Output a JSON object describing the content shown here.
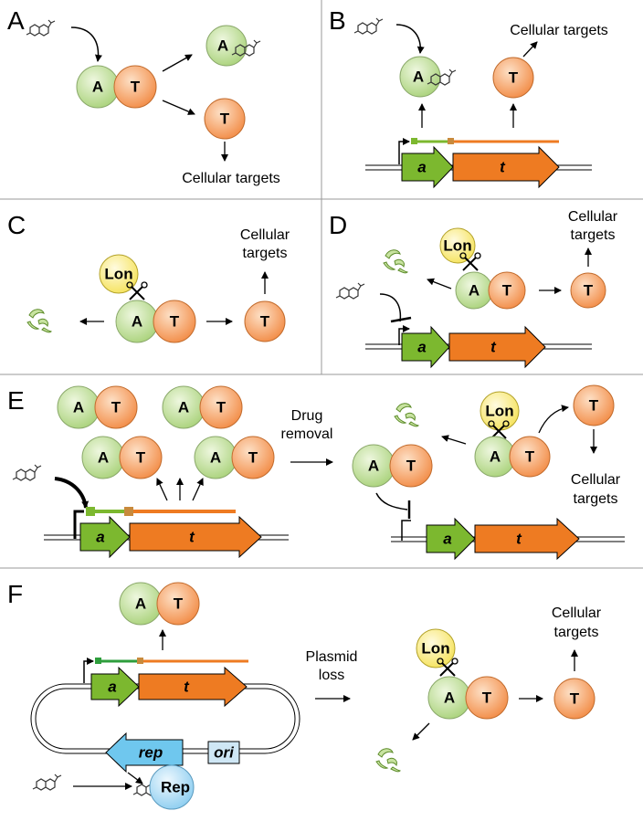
{
  "panels": {
    "a": "A",
    "b": "B",
    "c": "C",
    "d": "D",
    "e": "E",
    "f": "F"
  },
  "labels": {
    "antitoxin": "A",
    "toxin": "T",
    "lon": "Lon",
    "rep_protein": "Rep",
    "gene_a": "a",
    "gene_t": "t",
    "gene_rep": "rep",
    "ori": "ori",
    "cellular_targets": "Cellular targets",
    "cellular": "Cellular",
    "targets": "targets",
    "drug": "Drug",
    "removal": "removal",
    "plasmid": "Plasmid",
    "loss": "loss"
  },
  "colors": {
    "antitoxin": "#cfe8a8",
    "toxin": "#f7a76a",
    "lon": "#fbf08a",
    "rep": "#bfe3f7",
    "gene_a": "#7cb82f",
    "gene_t": "#ee7b22",
    "gene_rep": "#6fc7ee",
    "divider": "#999999"
  }
}
